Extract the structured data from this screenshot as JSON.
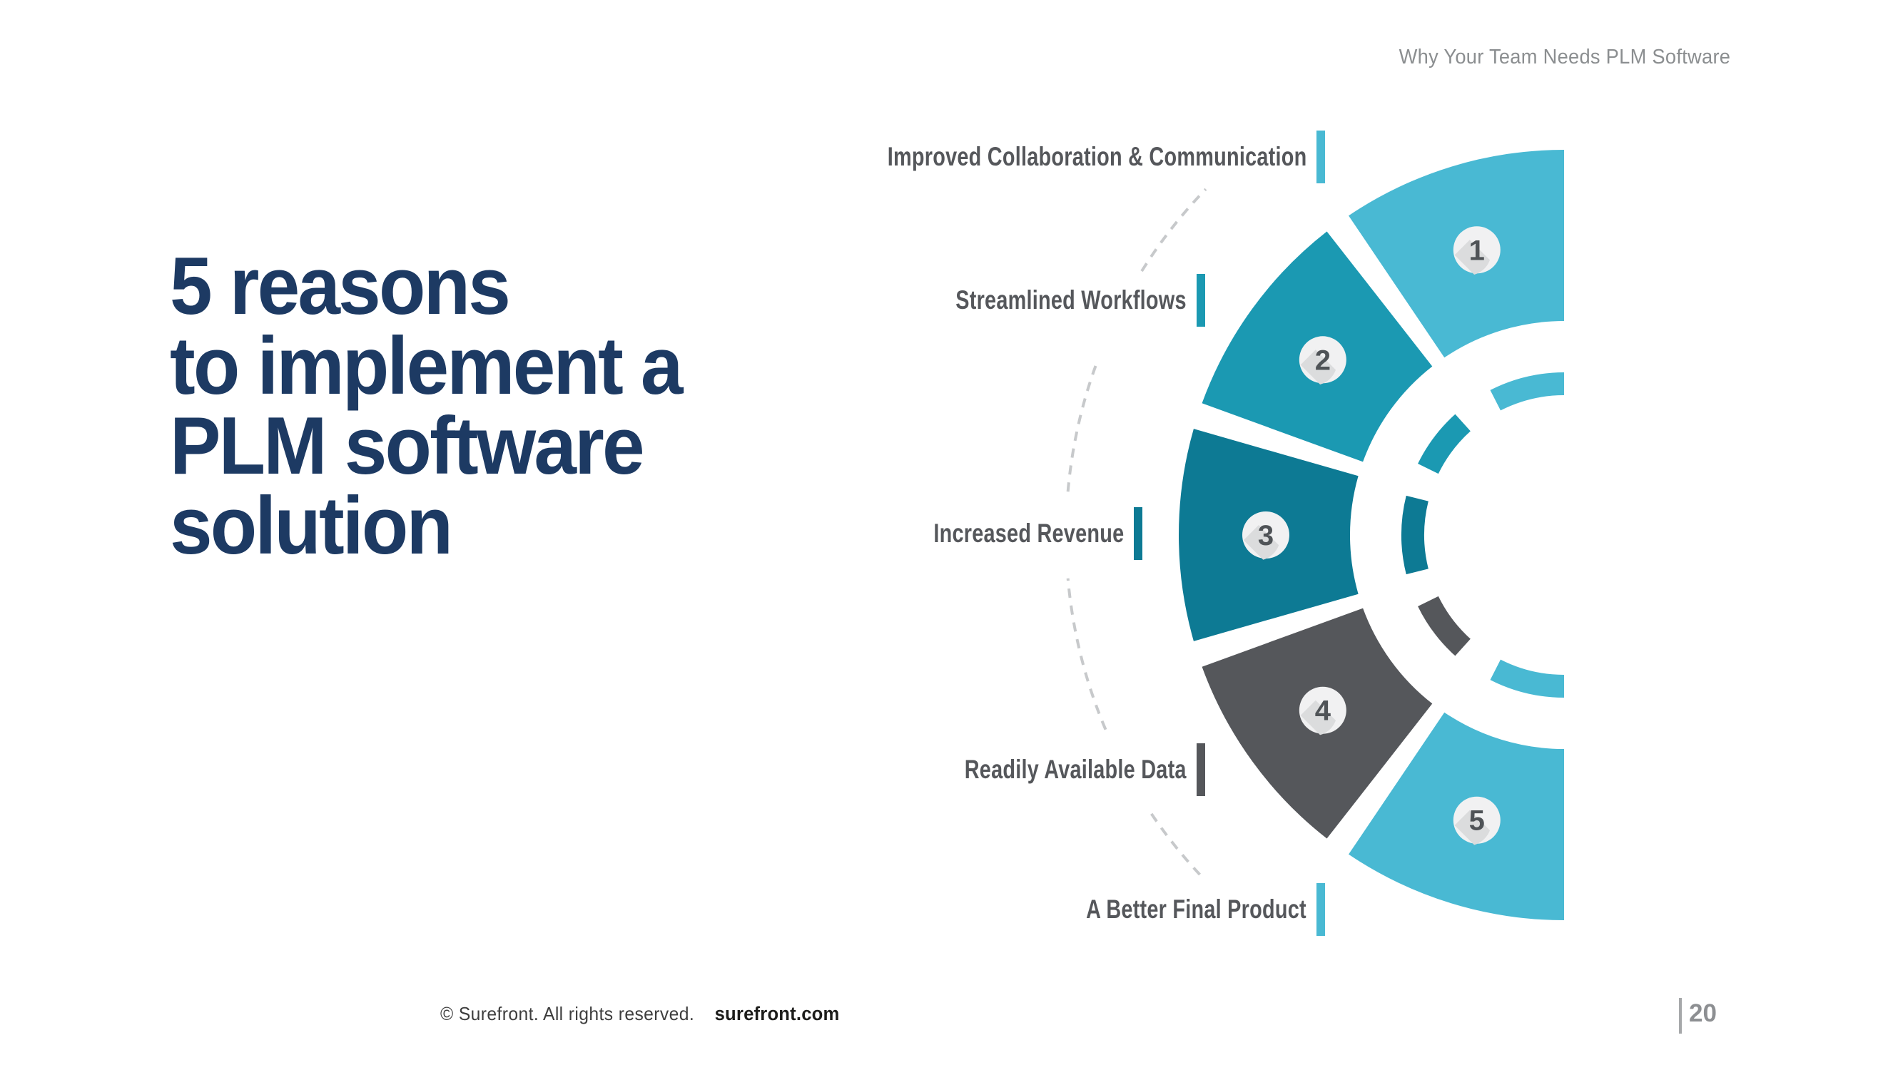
{
  "header": {
    "title": "Why Your Team Needs PLM Software"
  },
  "title": {
    "lines": [
      "5 reasons",
      "to implement a",
      "PLM software",
      "solution"
    ]
  },
  "diagram": {
    "type": "semi-donut-process",
    "segments": [
      {
        "number": "1",
        "label": "Improved Collaboration & Communication",
        "color": "#49B9D3"
      },
      {
        "number": "2",
        "label": "Streamlined Workflows",
        "color": "#1B99B2"
      },
      {
        "number": "3",
        "label": "Increased Revenue",
        "color": "#0D7A94"
      },
      {
        "number": "4",
        "label": "Readily Available Data",
        "color": "#55575B"
      },
      {
        "number": "5",
        "label": "A Better Final Product",
        "color": "#49B9D3"
      }
    ],
    "colors": {
      "circle_fill": "#F1F1F2",
      "digit": "#4F5357",
      "digit_shadow": "#DBDCDD",
      "dash": "#C7C9CB"
    }
  },
  "footer": {
    "copyright": "© Surefront. All rights reserved.",
    "website": "surefront.com",
    "page_number": "20"
  },
  "colors": {
    "title_navy": "#1D3A63",
    "label_gray": "#55575B",
    "header_gray": "#8B8E90"
  }
}
